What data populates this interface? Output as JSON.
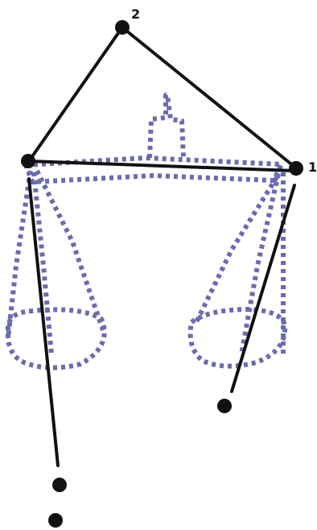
{
  "diagram": {
    "node_labels": {
      "top": "2",
      "right": "1"
    },
    "colors": {
      "dotted": "#6b6bb0",
      "lines": "#111111",
      "nodes": "#111111",
      "background": "#ffffff"
    },
    "icons": {
      "dotted_scale": "balance-scale-outline"
    }
  }
}
